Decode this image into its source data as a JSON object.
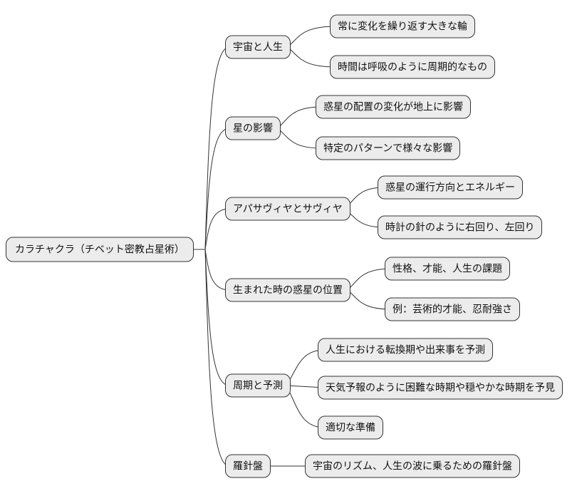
{
  "diagram": {
    "type": "mindmap",
    "root": {
      "label": "カラチャクラ（チベット密教占星術）"
    },
    "branches": [
      {
        "label": "宇宙と人生",
        "children": [
          "常に変化を繰り返す大きな輪",
          "時間は呼吸のように周期的なもの"
        ]
      },
      {
        "label": "星の影響",
        "children": [
          "惑星の配置の変化が地上に影響",
          "特定のパターンで様々な影響"
        ]
      },
      {
        "label": "アパサヴィヤとサヴィヤ",
        "children": [
          "惑星の運行方向とエネルギー",
          "時計の針のように右回り、左回り"
        ]
      },
      {
        "label": "生まれた時の惑星の位置",
        "children": [
          "性格、才能、人生の課題",
          "例：芸術的才能、忍耐強さ"
        ]
      },
      {
        "label": "周期と予測",
        "children": [
          "人生における転換期や出来事を予測",
          "天気予報のように困難な時期や穏やかな時期を予見",
          "適切な準備"
        ]
      },
      {
        "label": "羅針盤",
        "children": [
          "宇宙のリズム、人生の波に乗るための羅針盤"
        ]
      }
    ],
    "colors": {
      "background": "#ffffff",
      "node_fill": "#ececec",
      "node_border": "#333333",
      "connector": "#333333",
      "text": "#111111"
    }
  }
}
